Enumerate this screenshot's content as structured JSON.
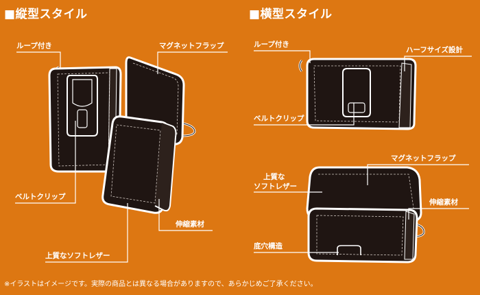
{
  "vertical": {
    "heading": "■縦型スタイル",
    "labels": {
      "loop": "ループ付き",
      "magnet_flap": "マグネットフラップ",
      "belt_clip": "ベルトクリップ",
      "stretch": "伸縮素材",
      "leather": "上質なソフトレザー"
    }
  },
  "horizontal": {
    "heading": "■横型スタイル",
    "labels": {
      "loop": "ループ付き",
      "half_size": "ハーフサイズ設計",
      "belt_clip": "ベルトクリップ",
      "magnet_flap": "マグネットフラップ",
      "leather_line1": "上質な",
      "leather_line2": "ソフトレザー",
      "stretch": "伸縮素材",
      "bottom": "底穴構造"
    }
  },
  "footnote": "※イラストはイメージです。実際の商品とは異なる場合がありますので、あらかじめご了承ください。",
  "colors": {
    "background": "#dd7712",
    "leather": "#1f1512",
    "outline": "#ffffff"
  }
}
